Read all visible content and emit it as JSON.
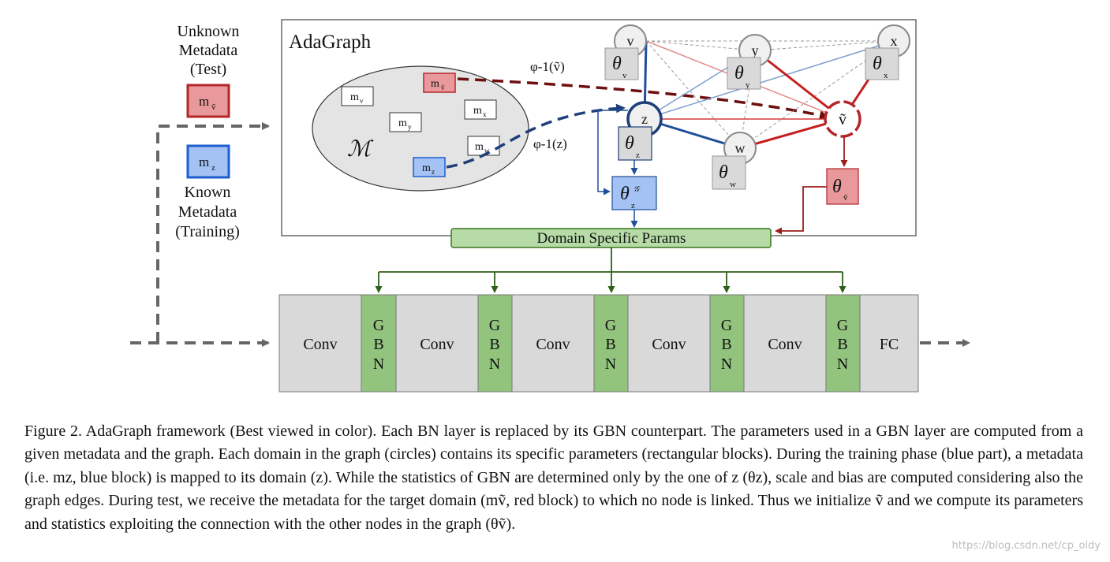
{
  "legend": {
    "unknown_line1": "Unknown",
    "unknown_line2": "Metadata",
    "unknown_line3": "(Test)",
    "known_line1": "Known",
    "known_line2": "Metadata",
    "known_line3": "(Training)",
    "test_meta": {
      "main": "m",
      "sub": "ṽ"
    },
    "train_meta": {
      "main": "m",
      "sub": "z"
    }
  },
  "adagraph": {
    "title": "AdaGraph",
    "metadata_space": {
      "symbol": "ℳ",
      "items": [
        {
          "main": "m",
          "sub": "v"
        },
        {
          "main": "m",
          "sub": "y"
        },
        {
          "main": "m",
          "sub": "x"
        },
        {
          "main": "m",
          "sub": "w"
        },
        {
          "main": "m",
          "sub": "ṽ"
        },
        {
          "main": "m",
          "sub": "z"
        }
      ]
    },
    "mappings": {
      "test": "φ-1(ṽ)",
      "train": "φ-1(z)"
    },
    "nodes": {
      "v": "v",
      "y": "y",
      "x": "x",
      "z": "z",
      "w": "w",
      "vt": "ṽ"
    },
    "params": {
      "main": "θ",
      "v": "v",
      "y": "y",
      "x": "x",
      "z": "z",
      "w": "w",
      "vt": "ṽ",
      "g_sup": "𝒢",
      "gz": "z"
    },
    "domain_params_label": "Domain Specific Params"
  },
  "network": {
    "blocks": [
      "Conv",
      "GBN",
      "Conv",
      "GBN",
      "Conv",
      "GBN",
      "Conv",
      "GBN",
      "Conv",
      "GBN",
      "FC"
    ]
  },
  "caption": {
    "text": "Figure 2. AdaGraph framework (Best viewed in color). Each BN layer is replaced by its GBN counterpart. The parameters used in a GBN layer are computed from a given metadata and the graph. Each domain in the graph (circles) contains its specific parameters (rectangular blocks). During the training phase (blue part), a metadata (i.e. mz, blue block) is mapped to its domain (z). While the statistics of GBN are determined only by the one of z (θz), scale and bias are computed considering also the graph edges. During test, we receive the metadata for the target domain (mṽ, red block) to which no node is linked. Thus we initialize ṽ and we compute its parameters and statistics exploiting the connection with the other nodes in the graph (θṽ)."
  },
  "watermark": "https://blog.csdn.net/cp_oldy",
  "colors": {
    "red_fill": "#e9999b",
    "red_stroke": "#b4262a",
    "blue_fill": "#a4c2f4",
    "blue_stroke": "#1c5fd0",
    "green_fill": "#93c47d",
    "green_light": "#b6dba7",
    "green_stroke": "#38761d",
    "dark_red": "#7a1010",
    "dark_blue": "#1f3f7a",
    "gray_fill": "#d9d9d9",
    "node_fill": "#f0f0f0"
  }
}
